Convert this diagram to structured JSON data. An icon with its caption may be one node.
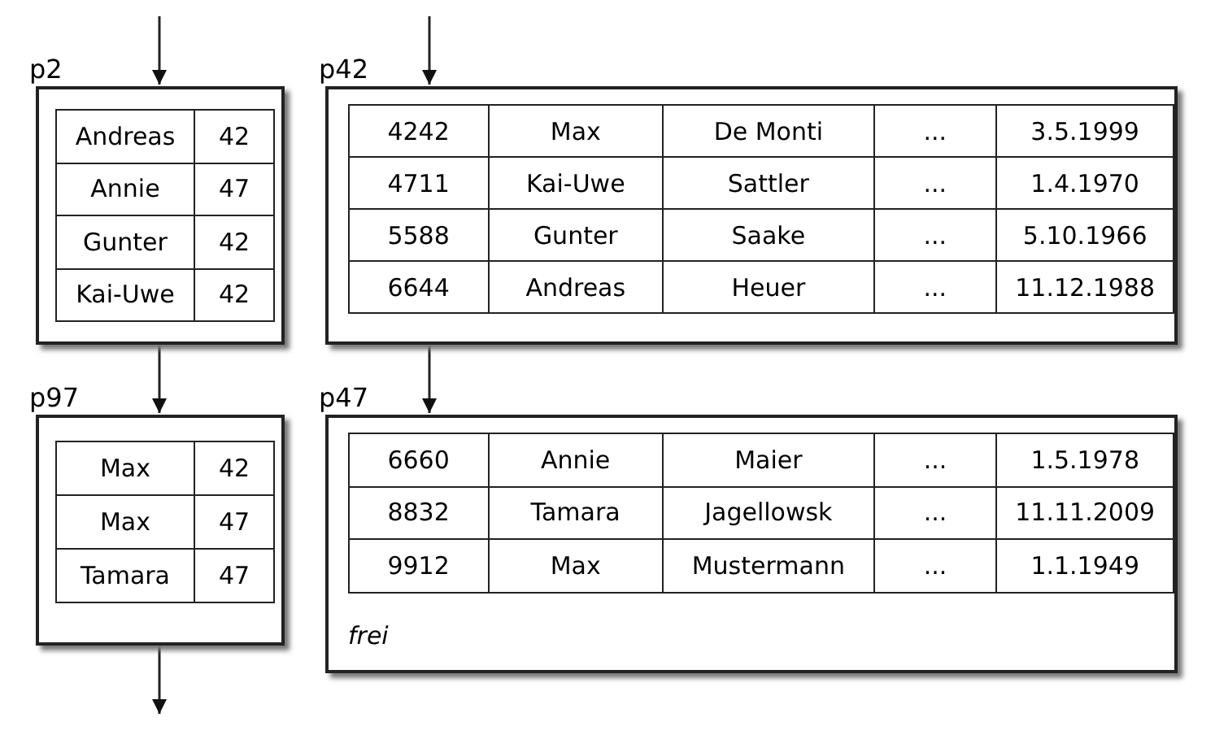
{
  "diagram": {
    "nodes": [
      {
        "text": [
          "p2",
          "Andreas",
          "42",
          "Annie",
          "47",
          "Gunter",
          "42",
          "Kai-Uwe",
          "42"
        ]
      },
      {
        "text": [
          "p42",
          "4242",
          "Max",
          "De Monti",
          "...",
          "3.5.1999",
          "4711",
          "Kai-Uwe",
          "Sattler",
          "...",
          "1.4.1970",
          "5588",
          "Gunter",
          "Saake",
          "...",
          "5.10.1966",
          "6644",
          "Andreas",
          "Heuer",
          "...",
          "11.12.1988"
        ]
      },
      {
        "text": [
          "p97",
          "Max",
          "42",
          "Max",
          "47",
          "Tamara",
          "47"
        ]
      },
      {
        "text": [
          "p47",
          "6660",
          "Annie",
          "Maier",
          "...",
          "1.5.1978",
          "8832",
          "Tamara",
          "Jagellowsk",
          "...",
          "11.11.2009",
          "9912",
          "Max",
          "Mustermann",
          "...",
          "1.1.1949",
          "frei"
        ]
      }
    ],
    "edges": [
      {
        "from": null,
        "to": 0,
        "arrow": "to"
      },
      {
        "from": null,
        "to": 1,
        "arrow": "to"
      },
      {
        "from": 0,
        "to": 2,
        "arrow": "to"
      },
      {
        "from": 1,
        "to": 3,
        "arrow": "to"
      },
      {
        "from": 2,
        "to": null,
        "arrow": "to"
      }
    ]
  }
}
